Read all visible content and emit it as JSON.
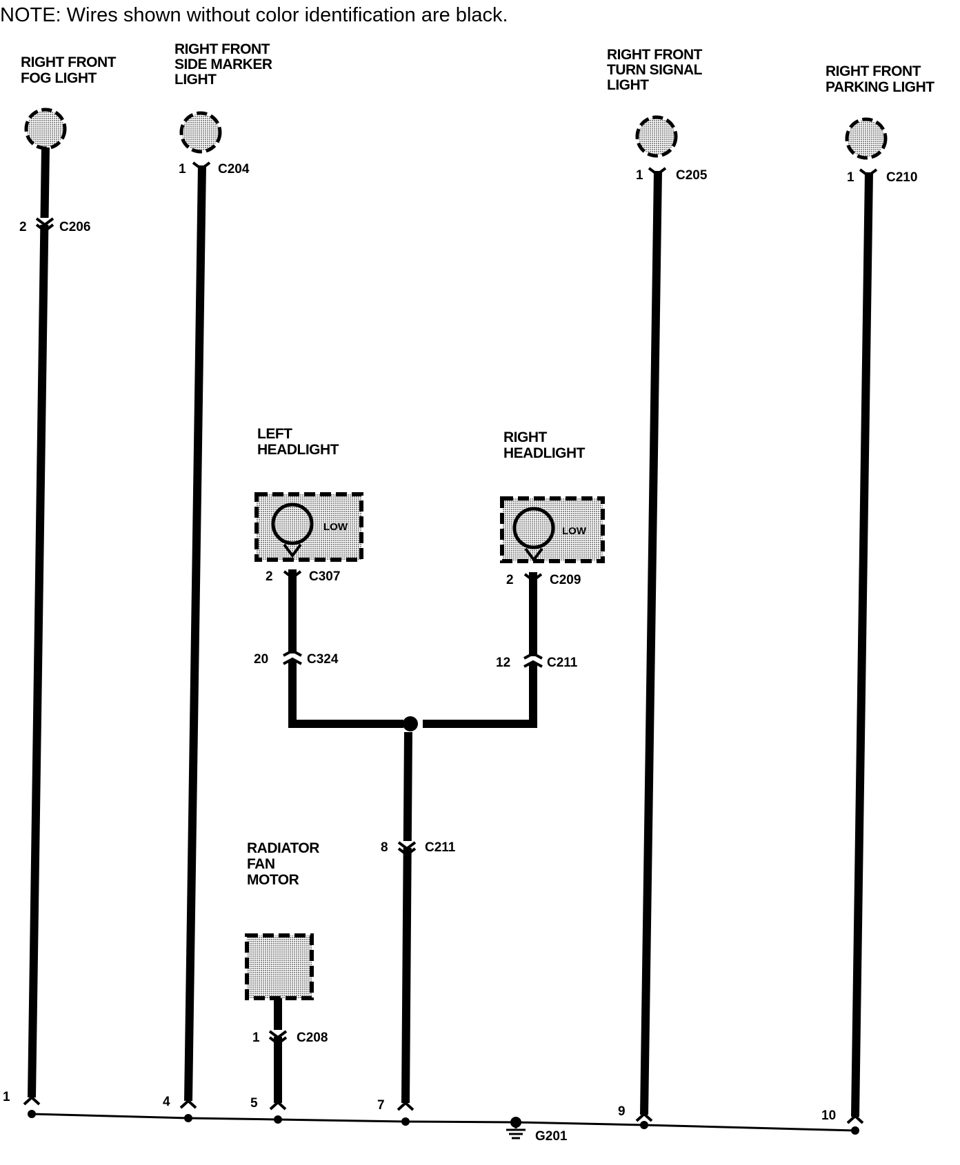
{
  "note": "NOTE: Wires shown without color identification are black.",
  "components": {
    "fog_light": [
      "RIGHT FRONT",
      "FOG LIGHT"
    ],
    "side_marker": [
      "RIGHT FRONT",
      "SIDE MARKER",
      "LIGHT"
    ],
    "turn_signal": [
      "RIGHT FRONT",
      "TURN SIGNAL",
      "LIGHT"
    ],
    "parking_light": [
      "RIGHT FRONT",
      "PARKING LIGHT"
    ],
    "left_headlight": [
      "LEFT",
      "HEADLIGHT"
    ],
    "right_headlight": [
      "RIGHT",
      "HEADLIGHT"
    ],
    "radiator_fan": [
      "RADIATOR",
      "FAN",
      "MOTOR"
    ]
  },
  "low_label": "LOW",
  "connectors": {
    "c206": {
      "pin": "2",
      "name": "C206"
    },
    "c204": {
      "pin": "1",
      "name": "C204"
    },
    "c205": {
      "pin": "1",
      "name": "C205"
    },
    "c210": {
      "pin": "1",
      "name": "C210"
    },
    "c307": {
      "pin": "2",
      "name": "C307"
    },
    "c209": {
      "pin": "2",
      "name": "C209"
    },
    "c324": {
      "pin": "20",
      "name": "C324"
    },
    "c211_right": {
      "pin": "12",
      "name": "C211"
    },
    "c211_center": {
      "pin": "8",
      "name": "C211"
    },
    "c208": {
      "pin": "1",
      "name": "C208"
    }
  },
  "ground_pins": [
    "1",
    "4",
    "5",
    "7",
    "9",
    "10"
  ],
  "ground": "G201"
}
